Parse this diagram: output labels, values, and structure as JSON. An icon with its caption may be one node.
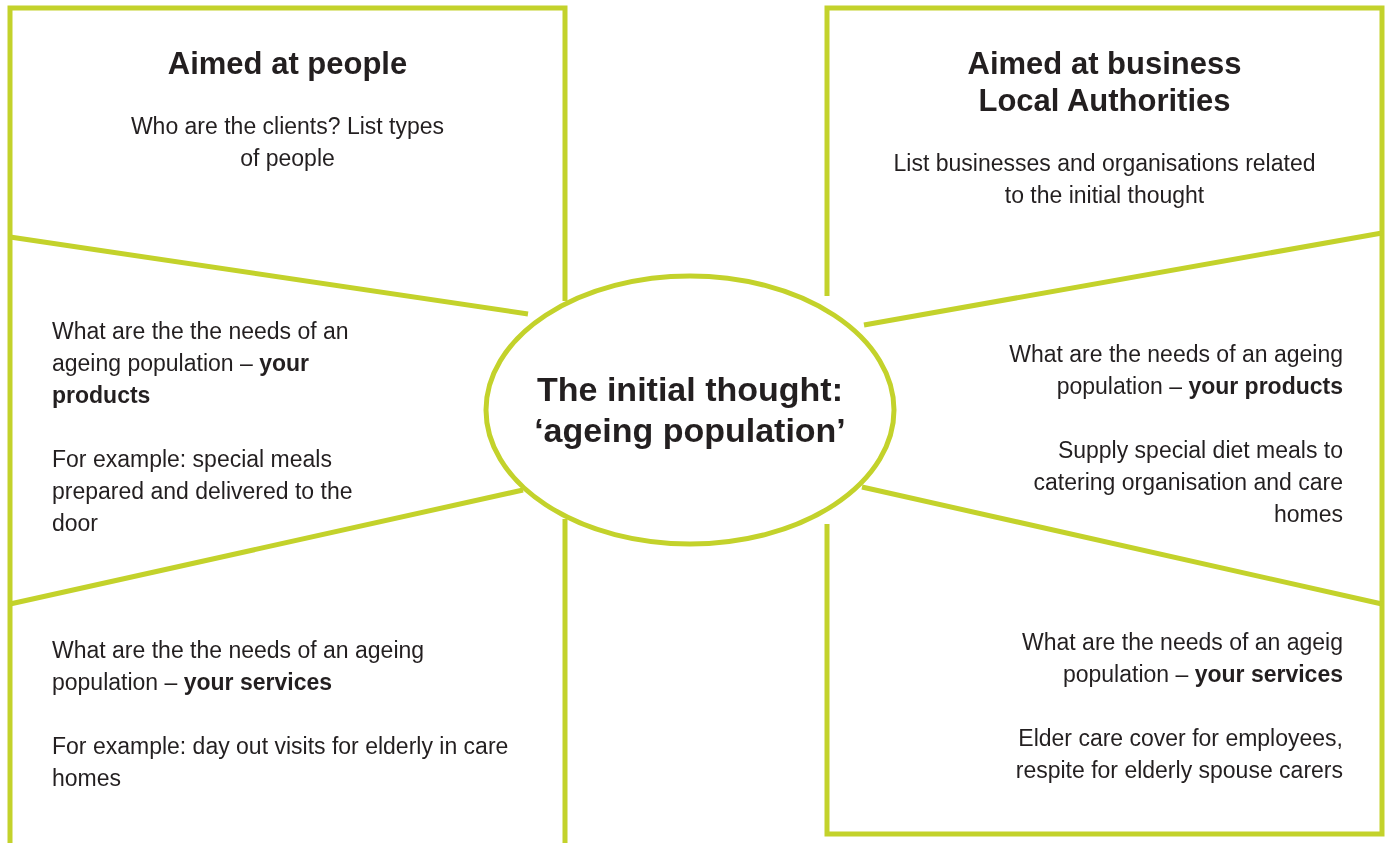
{
  "diagram": {
    "nodes": [
      {
        "text": [
          "Aimed at people",
          "Who are the clients? List types of people"
        ]
      },
      {
        "text": [
          "Aimed at business Local Authorities",
          "List businesses and organisations related to the initial thought"
        ]
      },
      {
        "text": [
          "What are the the needs of an ageing population – **your products**",
          "For example: special meals prepared and delivered to the door"
        ]
      },
      {
        "text": [
          "The initial thought: ‘ageing population’"
        ]
      },
      {
        "text": [
          "What are the needs of an ageing population – **your products**",
          "Supply special diet meals to catering organisation and care homes"
        ]
      },
      {
        "text": [
          "What are the the needs of an ageing population – **your services**",
          "For example: day out visits for elderly in care homes"
        ]
      },
      {
        "text": [
          "What are the needs of an ageig population – **your services**",
          "Elder care cover for employees, respite for elderly spouse carers"
        ]
      }
    ]
  }
}
